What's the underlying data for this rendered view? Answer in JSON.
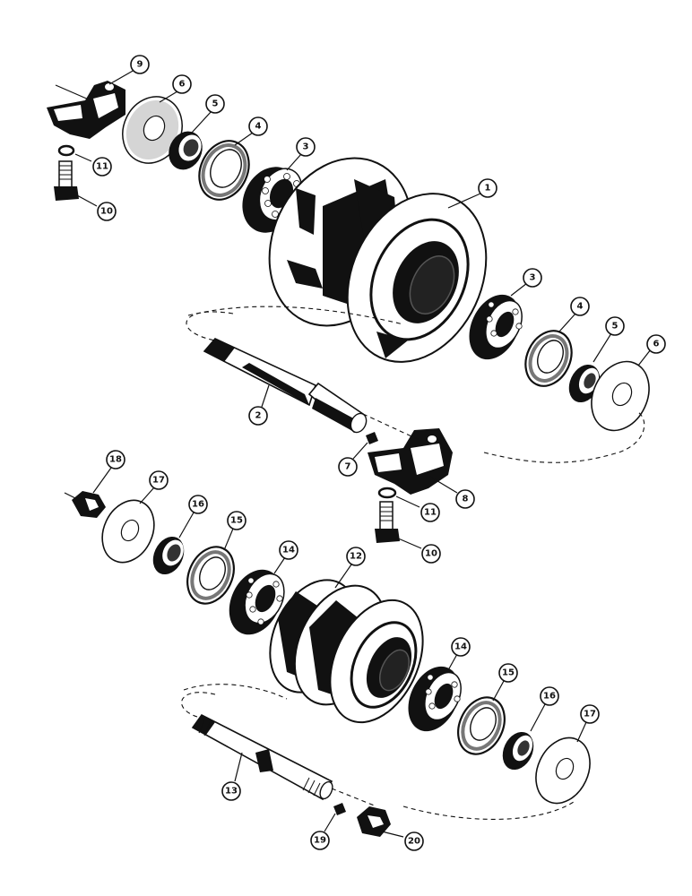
{
  "callouts": {
    "c1": "1",
    "c2": "2",
    "c3a": "3",
    "c3b": "3",
    "c4a": "4",
    "c4b": "4",
    "c5a": "5",
    "c5b": "5",
    "c6a": "6",
    "c6b": "6",
    "c7": "7",
    "c8": "8",
    "c9": "9",
    "c10a": "10",
    "c10b": "10",
    "c11a": "11",
    "c11b": "11",
    "c12": "12",
    "c13": "13",
    "c14a": "14",
    "c14b": "14",
    "c15a": "15",
    "c15b": "15",
    "c16a": "16",
    "c16b": "16",
    "c17a": "17",
    "c17b": "17",
    "c18": "18",
    "c19": "19",
    "c20": "20"
  },
  "colors": {
    "ink": "#111111",
    "paper": "#ffffff"
  }
}
